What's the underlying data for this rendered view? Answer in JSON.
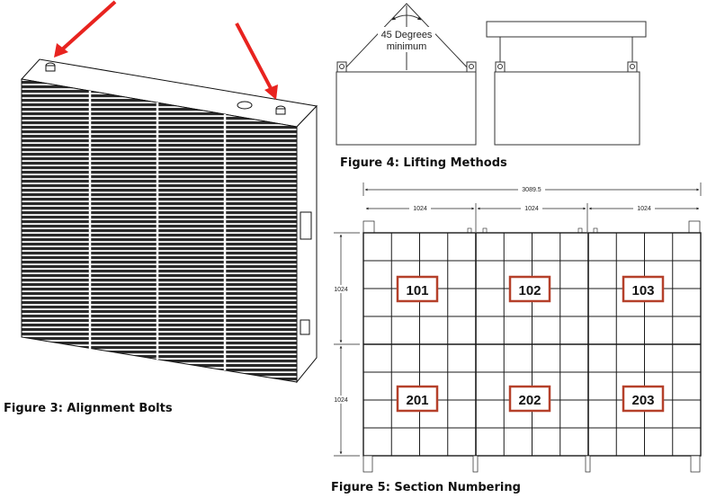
{
  "figure3": {
    "caption": "Figure 3: Alignment Bolts"
  },
  "figure4": {
    "caption": "Figure 4: Lifting Methods",
    "angle_line1": "45 Degrees",
    "angle_line2": "minimum"
  },
  "figure5": {
    "caption": "Figure 5: Section Numbering",
    "total_width": "3089.5",
    "section_width": "1024",
    "section_height": "1024",
    "sections": [
      "101",
      "102",
      "103",
      "201",
      "202",
      "203"
    ]
  },
  "colors": {
    "arrow": "#e8231f",
    "label_border": "#b5402a",
    "line": "#1a1a1a"
  }
}
